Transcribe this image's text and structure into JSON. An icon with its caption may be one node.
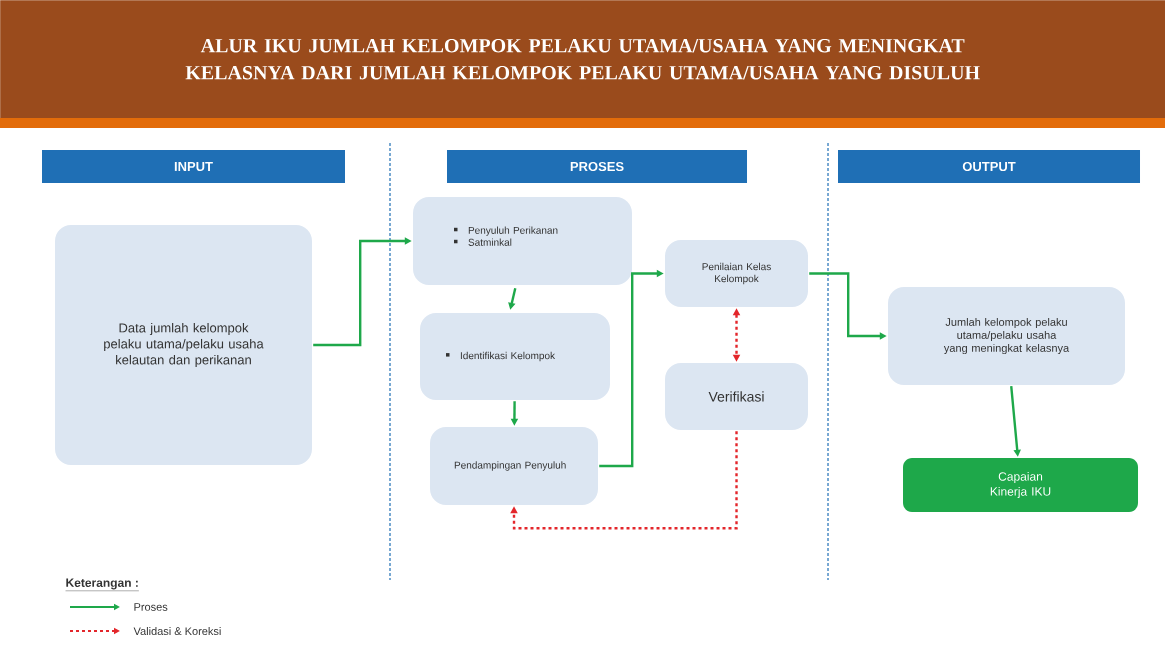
{
  "diagram": {
    "title": "ALUR IKU JUMLAH KELOMPOK PELAKU UTAMA/USAHA YANG MENINGKAT KELASNYA DARI JUMLAH KELOMPOK PELAKU UTAMA/USAHA YANG DISULUH",
    "nodes": [
      {
        "text": [
          "INPUT"
        ]
      },
      {
        "text": [
          "PROSES"
        ]
      },
      {
        "text": [
          "OUTPUT"
        ]
      },
      {
        "text": [
          "Data jumlah kelompok pelaku utama/pelaku usaha kelautan dan perikanan"
        ]
      },
      {
        "text": [
          "Penyuluh Perikanan",
          "Satminkal"
        ]
      },
      {
        "text": [
          "Identifikasi Kelompok"
        ]
      },
      {
        "text": [
          "Pendampingan Penyuluh"
        ]
      },
      {
        "text": [
          "Penilaian Kelas Kelompok"
        ]
      },
      {
        "text": [
          "Verifikasi"
        ]
      },
      {
        "text": [
          "Jumlah kelompok pelaku utama/pelaku usaha yang meningkat kelasnya"
        ]
      },
      {
        "text": [
          "Capaian Kinerja IKU"
        ]
      }
    ],
    "edges": [
      {
        "from": 3,
        "to": 4,
        "arrow": "to"
      },
      {
        "from": 4,
        "to": 5,
        "arrow": "to"
      },
      {
        "from": 5,
        "to": 6,
        "arrow": "to"
      },
      {
        "from": 6,
        "to": 7,
        "arrow": "to"
      },
      {
        "from": 7,
        "to": 8,
        "arrow": "both",
        "style": "dashed",
        "color": "#e3262b"
      },
      {
        "from": 8,
        "to": 6,
        "arrow": "to",
        "style": "dashed",
        "color": "#e3262b"
      },
      {
        "from": 7,
        "to": 9,
        "arrow": "to"
      },
      {
        "from": 9,
        "to": 10,
        "arrow": "to"
      }
    ],
    "labels": [
      "Keterangan :"
    ],
    "legend": [
      {
        "text": "Proses"
      },
      {
        "text": "Validasi & Koreksi"
      }
    ]
  }
}
